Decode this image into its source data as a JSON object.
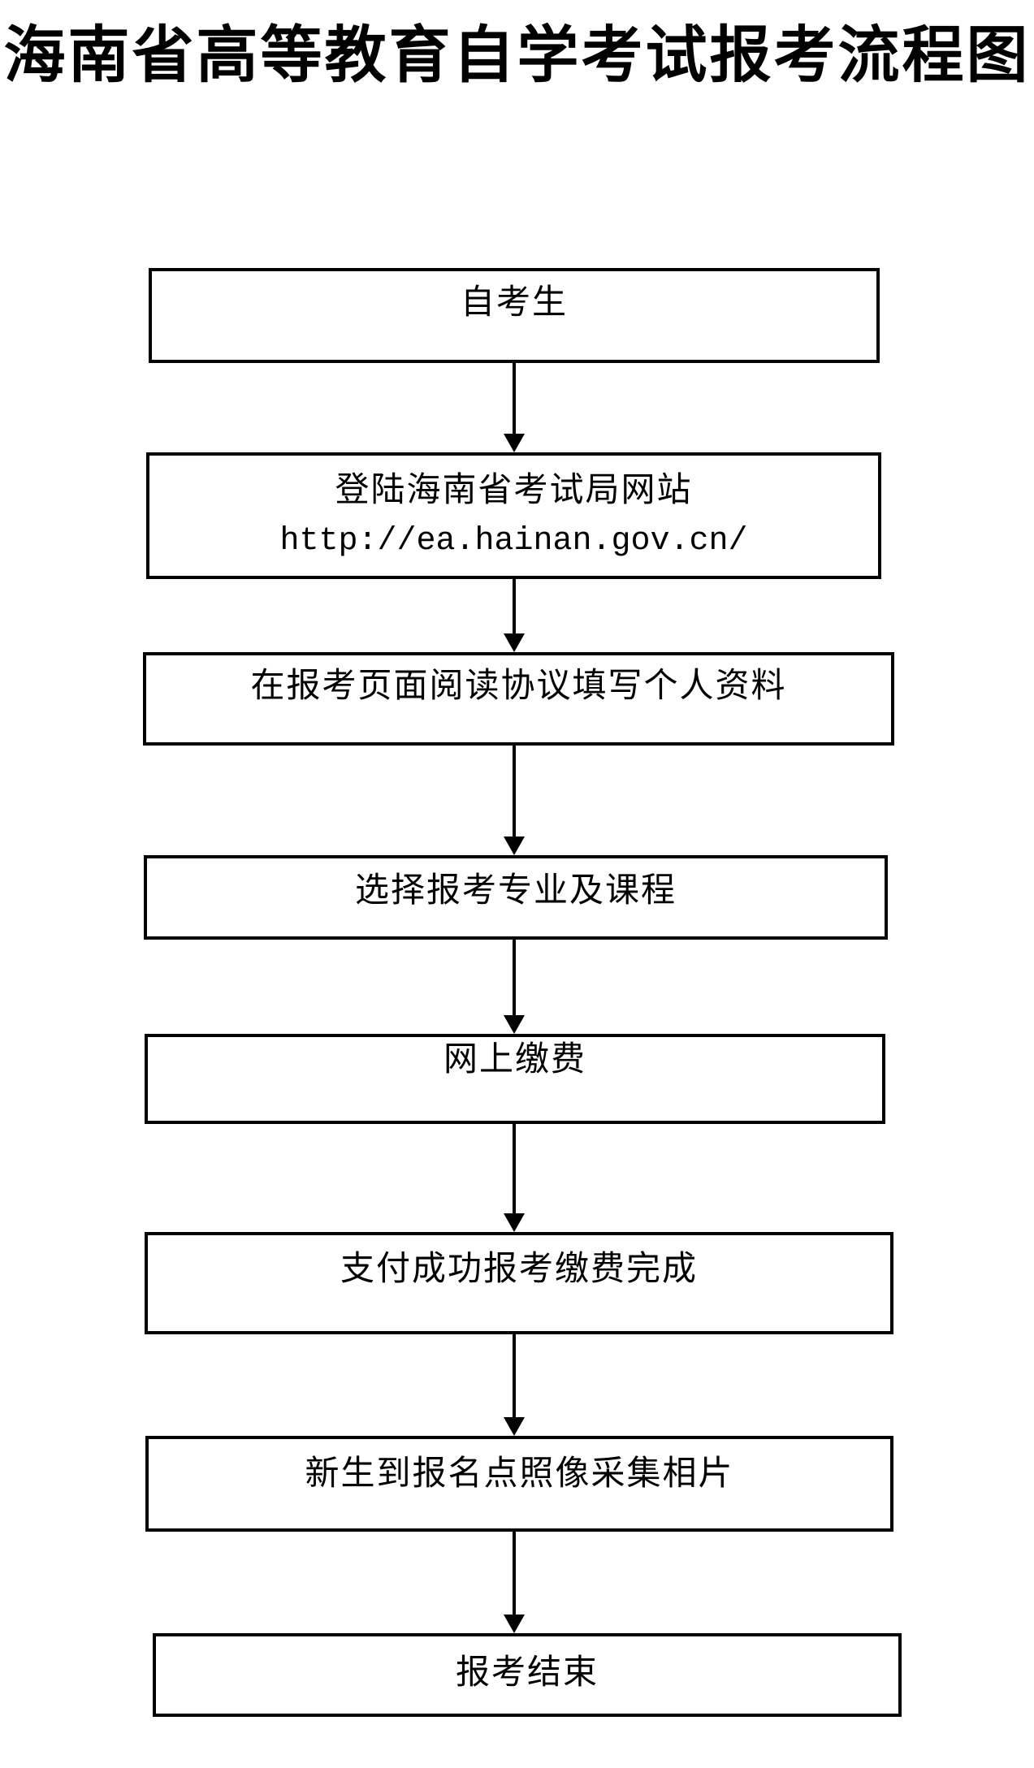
{
  "title": "海南省高等教育自学考试报考流程图",
  "flowchart": {
    "type": "vertical-flowchart",
    "colors": {
      "background": "#ffffff",
      "border": "#000000",
      "text": "#000000",
      "arrow": "#000000"
    },
    "nodes": [
      {
        "id": "applicant",
        "label": "自考生"
      },
      {
        "id": "login-website",
        "label": "登陆海南省考试局网站",
        "url": "http://ea.hainan.gov.cn/"
      },
      {
        "id": "read-agreement",
        "label": "在报考页面阅读协议填写个人资料"
      },
      {
        "id": "select-courses",
        "label": "选择报考专业及课程"
      },
      {
        "id": "online-payment",
        "label": "网上缴费"
      },
      {
        "id": "payment-complete",
        "label": "支付成功报考缴费完成"
      },
      {
        "id": "photo-collection",
        "label": "新生到报名点照像采集相片"
      },
      {
        "id": "registration-end",
        "label": "报考结束"
      }
    ],
    "edges": [
      {
        "from": "applicant",
        "to": "login-website"
      },
      {
        "from": "login-website",
        "to": "read-agreement"
      },
      {
        "from": "read-agreement",
        "to": "select-courses"
      },
      {
        "from": "select-courses",
        "to": "online-payment"
      },
      {
        "from": "online-payment",
        "to": "payment-complete"
      },
      {
        "from": "payment-complete",
        "to": "photo-collection"
      },
      {
        "from": "photo-collection",
        "to": "registration-end"
      }
    ]
  }
}
